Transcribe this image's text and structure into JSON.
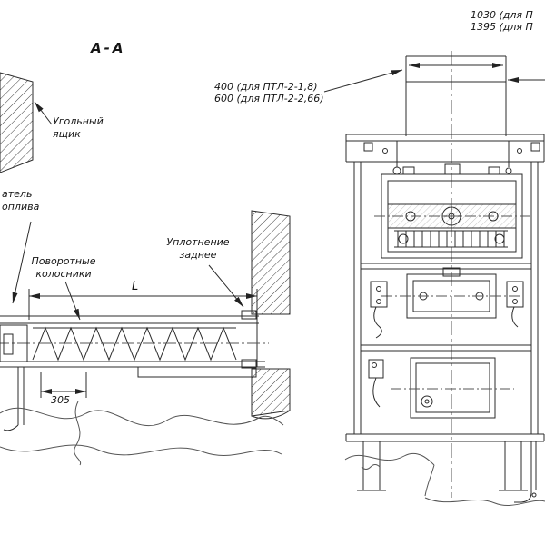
{
  "left_view": {
    "section_label": "А-А",
    "coal_box_label": {
      "line1": "Угольный",
      "line2": "ящик"
    },
    "feeder_label": {
      "line1": "атель",
      "line2": "оплива"
    },
    "grates_label": {
      "line1": "Поворотные",
      "line2": "колосники"
    },
    "seal_label": {
      "line1": "Уплотнение",
      "line2": "заднее"
    },
    "dim_length": "L",
    "dim_305": "305"
  },
  "right_view": {
    "dim_400": "400 (для ПТЛ-2-1,8)",
    "dim_600": "600 (для ПТЛ-2-2,66)",
    "dim_1030": "1030 (для П",
    "dim_1395": "1395 (для П"
  },
  "colors": {
    "line": "#2b2b2b",
    "background": "#ffffff"
  }
}
